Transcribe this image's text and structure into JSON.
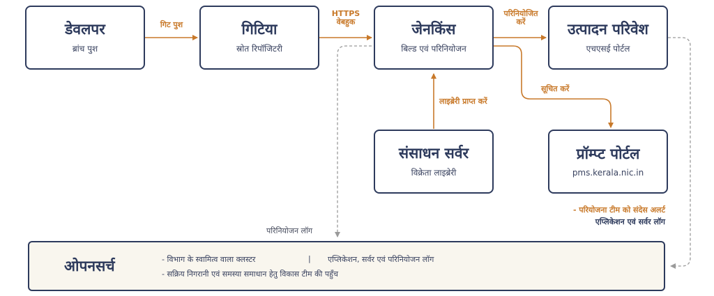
{
  "colors": {
    "box_border": "#2d3a5c",
    "accent": "#c8792a",
    "muted": "#9a9a9a",
    "footer_bg": "#f9f6ee"
  },
  "nodes": {
    "developer": {
      "title": "डेवलपर",
      "subtitle": "ब्रांच पुश"
    },
    "gitea": {
      "title": "गिटिया",
      "subtitle": "स्रोत रिपॉजिटरी"
    },
    "jenkins": {
      "title": "जेनकिंस",
      "subtitle": "बिल्ड एवं परिनियोजन"
    },
    "production": {
      "title": "उत्पादन परिवेश",
      "subtitle": "एचएसई पोर्टल"
    },
    "resource_server": {
      "title": "संसाधन सर्वर",
      "subtitle": "विक्रेता लाइब्रेरी"
    },
    "prompt_portal": {
      "title": "प्रॉम्प्ट पोर्टल",
      "subtitle": "pms.kerala.nic.in"
    }
  },
  "edges": {
    "git_push": "गिट पुश",
    "https_line1": "HTTPS",
    "https_line2": "वेबहुक",
    "deploy_line1": "परिनियोजित",
    "deploy_line2": "करें",
    "notify": "सूचित करें",
    "fetch_library": "लाइब्रेरी प्राप्त करें",
    "deploy_log": "परिनियोजन लॉग"
  },
  "notes": {
    "alert": "- परियोजना टीम को संदेस अलर्ट",
    "logs": "एप्लिकेशन एवं सर्वर लॉग"
  },
  "opensearch": {
    "title": "ओपनसर्च",
    "line1": "- विभाग के स्वामित्व वाला क्लस्टर",
    "separator": "|",
    "line1_right": "एप्लिकेशन, सर्वर एवं परिनियोजन लॉग",
    "line2": "- सक्रिय निगरानी एवं समस्या समाधान हेतु विकास टीम की पहुँच"
  }
}
